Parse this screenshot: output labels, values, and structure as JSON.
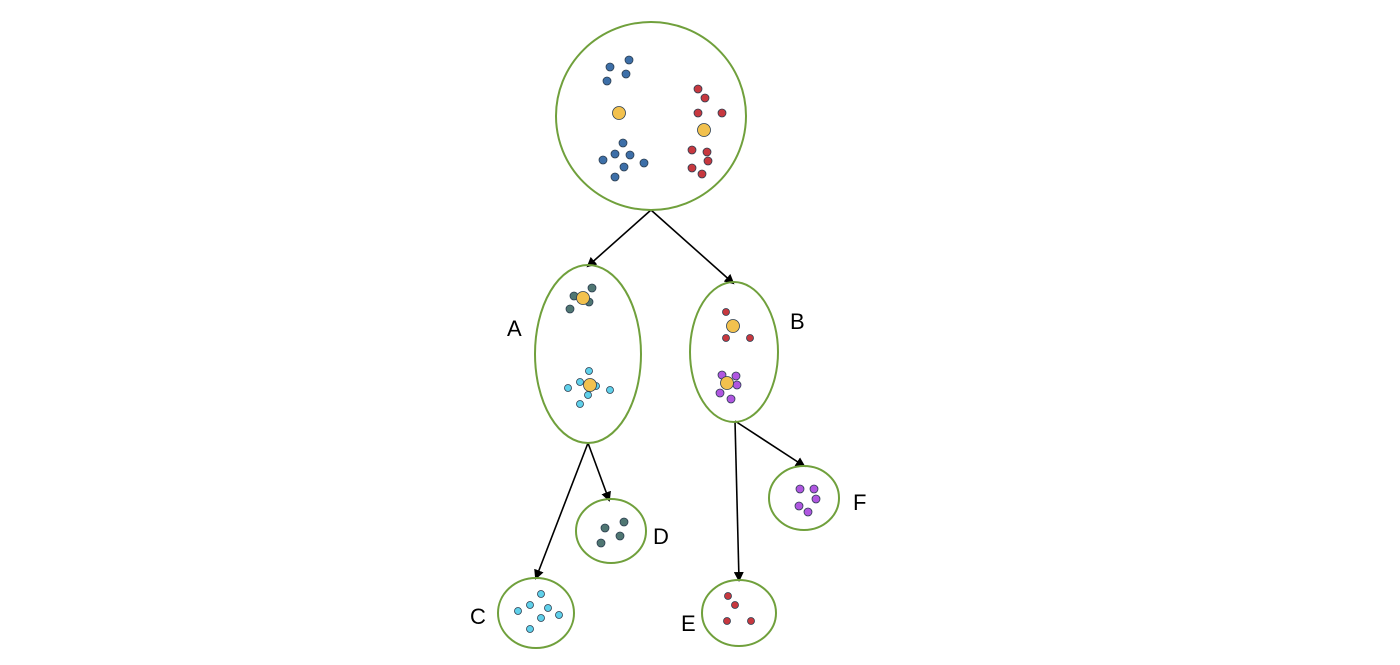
{
  "labels": {
    "a": "A",
    "b": "B",
    "c": "C",
    "d": "D",
    "e": "E",
    "f": "F"
  },
  "colors": {
    "cluster_outline": "#70a03c",
    "arrow": "#000000",
    "centroid": "#f2c14e",
    "blue_points": "#3d6fa8",
    "red_points": "#c7383f",
    "gray_points": "#4f7672",
    "cyan_points": "#5fd0ea",
    "purple_points": "#b056e0"
  },
  "icons": {
    "arrowhead": "arrowhead-icon"
  }
}
